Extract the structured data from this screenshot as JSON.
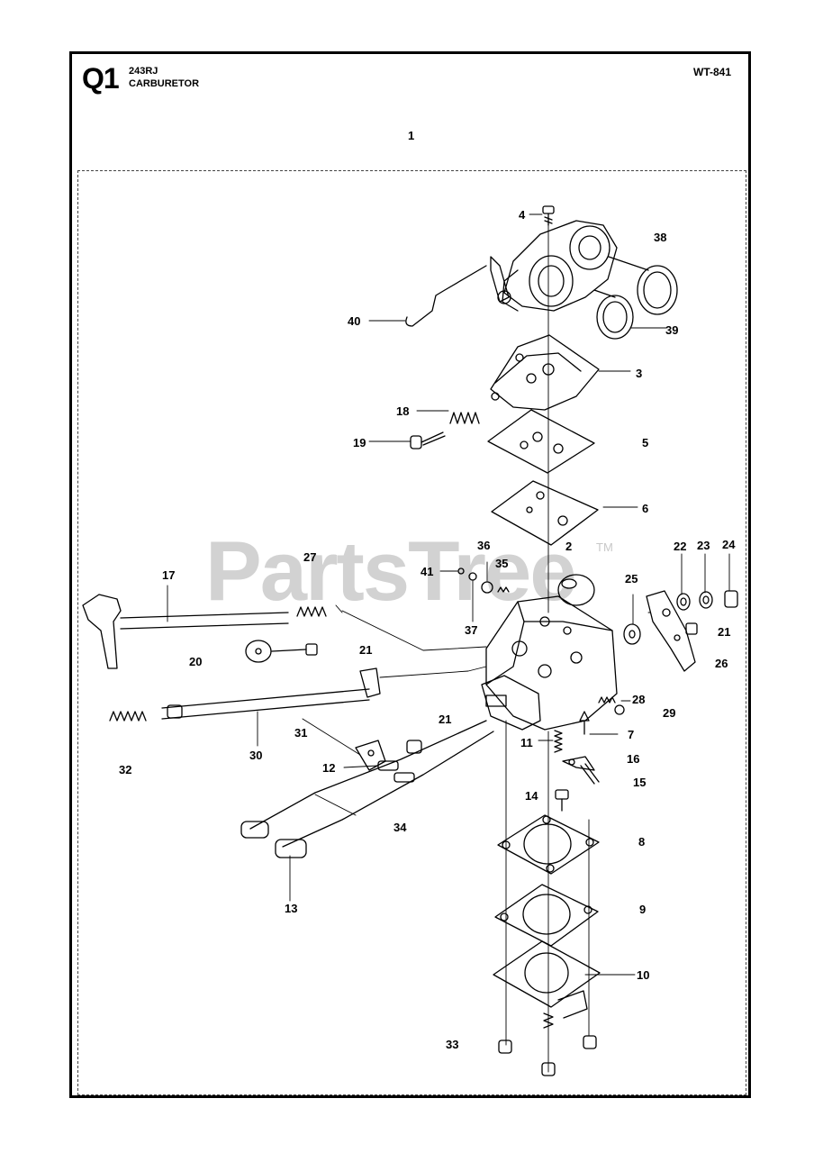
{
  "header": {
    "sheet_code": "Q1",
    "model": "243RJ",
    "section": "CARBURETOR",
    "doc_code": "WT-841"
  },
  "assembly_number": "1",
  "watermark": {
    "text": "PartsTree",
    "trademark": "TM"
  },
  "part_labels": {
    "p1": "1",
    "p2": "2",
    "p3": "3",
    "p4": "4",
    "p5": "5",
    "p6": "6",
    "p7": "7",
    "p8": "8",
    "p9": "9",
    "p10": "10",
    "p11": "11",
    "p12": "12",
    "p13": "13",
    "p14": "14",
    "p15": "15",
    "p16": "16",
    "p17": "17",
    "p18": "18",
    "p19": "19",
    "p20": "20",
    "p21a": "21",
    "p21b": "21",
    "p21c": "21",
    "p22": "22",
    "p23": "23",
    "p24": "24",
    "p25": "25",
    "p26": "26",
    "p27": "27",
    "p28": "28",
    "p29": "29",
    "p30": "30",
    "p31": "31",
    "p32": "32",
    "p33": "33",
    "p34": "34",
    "p35": "35",
    "p36": "36",
    "p37": "37",
    "p38": "38",
    "p39": "39",
    "p40": "40",
    "p41": "41"
  },
  "colors": {
    "line": "#000000",
    "watermark": "#d2d2d2"
  }
}
